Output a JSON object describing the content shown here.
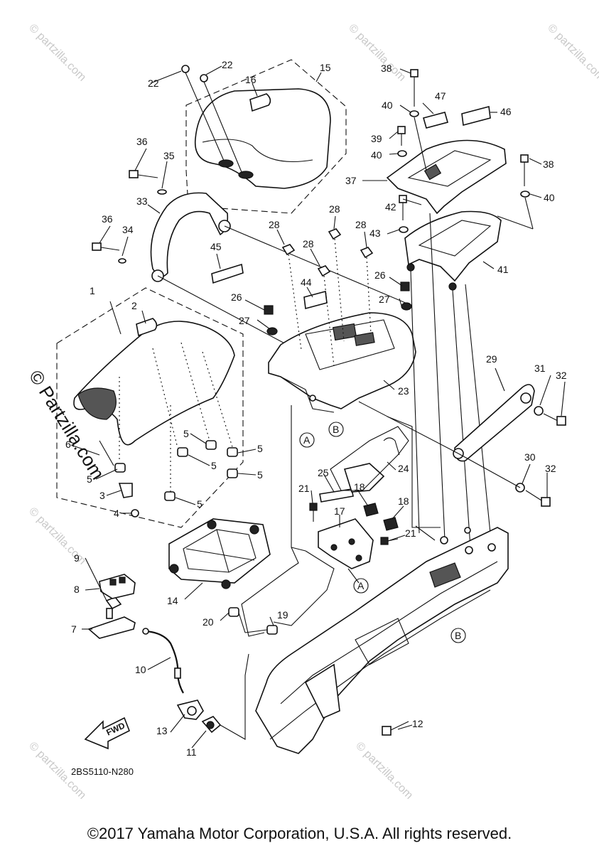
{
  "diagram_code": "2BS5110-N280",
  "fwd_label": "FWD",
  "copyright": "©2017 Yamaha Motor Corporation, U.S.A. All rights reserved.",
  "watermark_main": "© Partzilla.com",
  "watermark_small": "© partzilla.com",
  "callouts": {
    "a": "A",
    "b": "B"
  },
  "part_numbers": [
    "1",
    "2",
    "3",
    "4",
    "5",
    "6",
    "7",
    "8",
    "9",
    "10",
    "11",
    "12",
    "13",
    "14",
    "15",
    "16",
    "17",
    "18",
    "19",
    "20",
    "21",
    "22",
    "23",
    "24",
    "25",
    "26",
    "27",
    "28",
    "29",
    "30",
    "31",
    "32",
    "33",
    "34",
    "35",
    "36",
    "37",
    "38",
    "39",
    "40",
    "41",
    "42",
    "43",
    "44",
    "45",
    "46",
    "47"
  ]
}
